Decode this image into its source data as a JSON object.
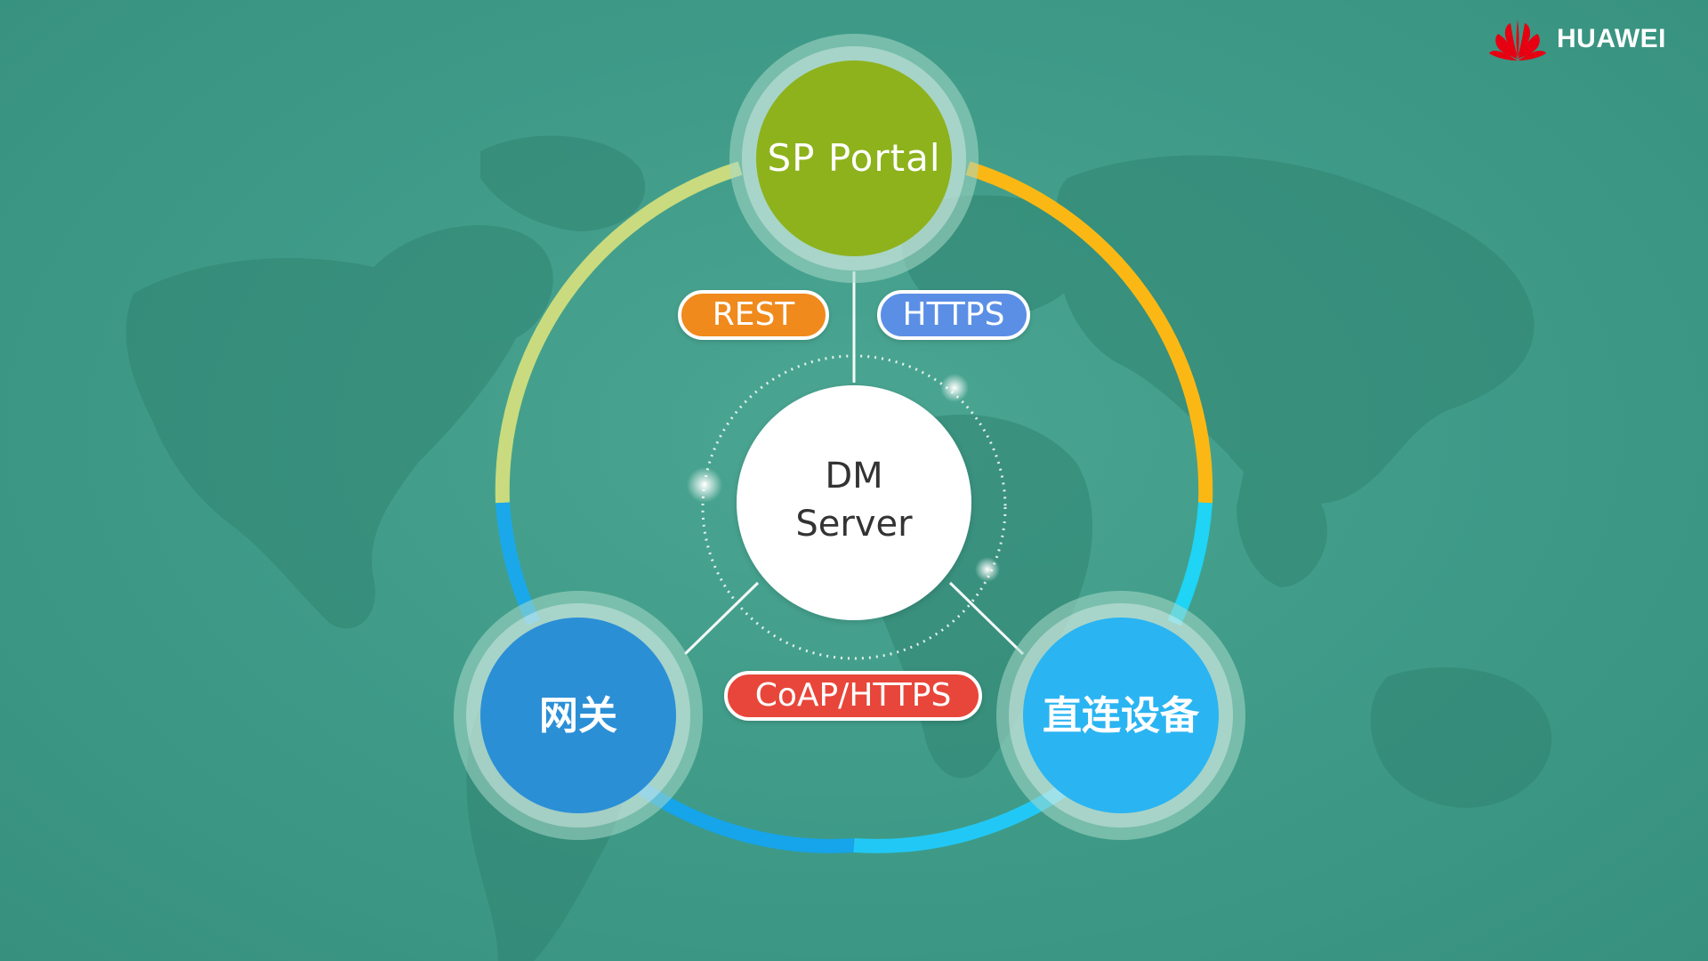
{
  "brand": {
    "name": "HUAWEI",
    "logo_color": "#e60012",
    "icon": "huawei-logo"
  },
  "diagram": {
    "center": {
      "line1": "DM",
      "line2": "Server"
    },
    "nodes": {
      "top": {
        "label": "SP Portal",
        "color": "#8db21c"
      },
      "bottom_left": {
        "label": "网关",
        "color": "#2b8fd6"
      },
      "bottom_right": {
        "label": "直连设备",
        "color": "#2ab4f2"
      }
    },
    "protocols": {
      "rest": {
        "label": "REST",
        "color": "#f08a1c"
      },
      "https": {
        "label": "HTTPS",
        "color": "#5b8fe6"
      },
      "coap": {
        "label": "CoAP/HTTPS",
        "color": "#e8463a"
      }
    },
    "ring_colors": {
      "left_upper": "#c9db7e",
      "right_upper": "#fbb814",
      "left_lower": "#1aa8ea",
      "right_lower": "#1fd4f5",
      "bottom": "#16b7f0"
    }
  }
}
